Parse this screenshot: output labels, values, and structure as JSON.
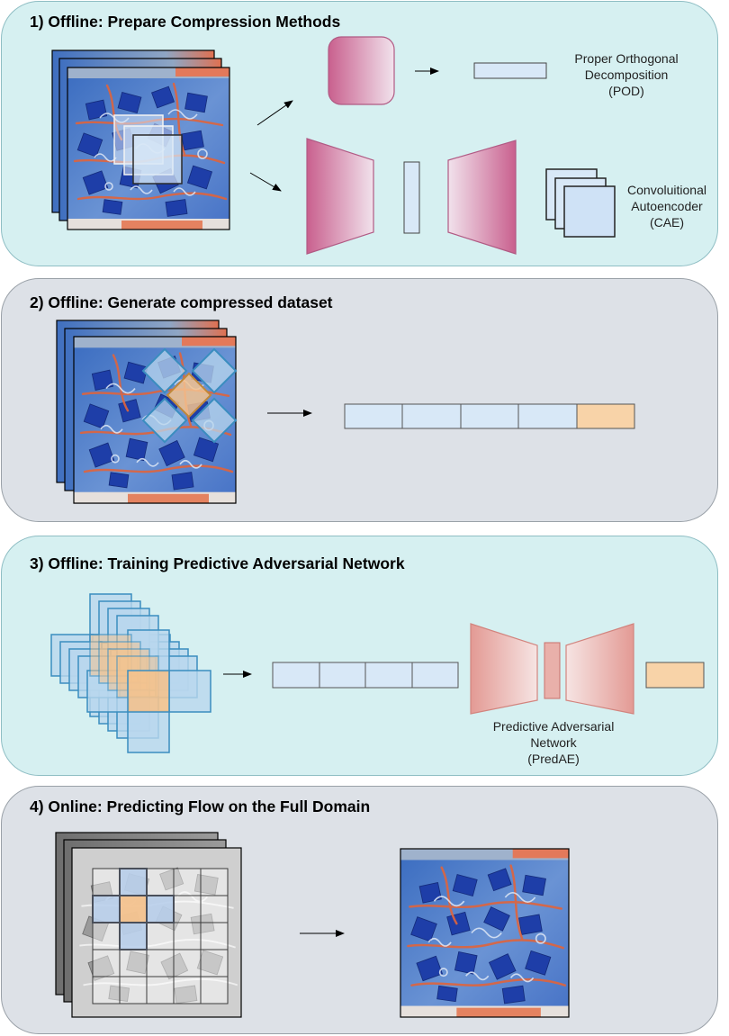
{
  "panels": [
    {
      "title": "1) Offline: Prepare Compression Methods"
    },
    {
      "title": "2) Offline: Generate compressed dataset"
    },
    {
      "title": "3) Offline: Training Predictive Adversarial Network"
    },
    {
      "title": "4) Online: Predicting Flow on the Full Domain"
    }
  ],
  "labels": {
    "pod": [
      "Proper Orthogonal",
      "Decomposition",
      "(POD)"
    ],
    "cae": [
      "Convoluitional",
      "Autoencoder",
      "(CAE)"
    ],
    "predae": [
      "Predictive Adversarial",
      "Network",
      "(PredAE)"
    ]
  },
  "colors": {
    "panel_cyan": "#d6f0f1",
    "panel_gray": "#dde1e7",
    "pink_block": "#c9608e",
    "light_blue_box": "#d8e8f7",
    "orange_box": "#f8d3a8",
    "salmon_block": "#e39a94"
  }
}
